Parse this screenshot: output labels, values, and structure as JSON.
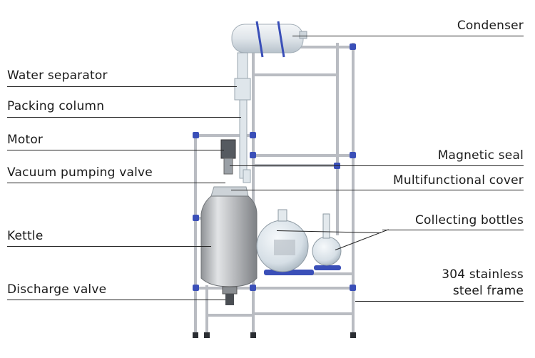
{
  "labels": {
    "condenser": "Condenser",
    "water_separator": "Water separator",
    "packing_column": "Packing column",
    "motor": "Motor",
    "magnetic_seal": "Magnetic seal",
    "vacuum_pumping_valve": "Vacuum pumping valve",
    "multifunctional_cover": "Multifunctional cover",
    "collecting_bottles": "Collecting bottles",
    "kettle": "Kettle",
    "frame_line1": "304 stainless",
    "frame_line2": "steel frame",
    "discharge_valve": "Discharge valve"
  },
  "colors": {
    "frame": "#b9bcc2",
    "clamp": "#3a4fb8",
    "glass": "#d9e3ea",
    "steel": "#c4c6c8"
  }
}
